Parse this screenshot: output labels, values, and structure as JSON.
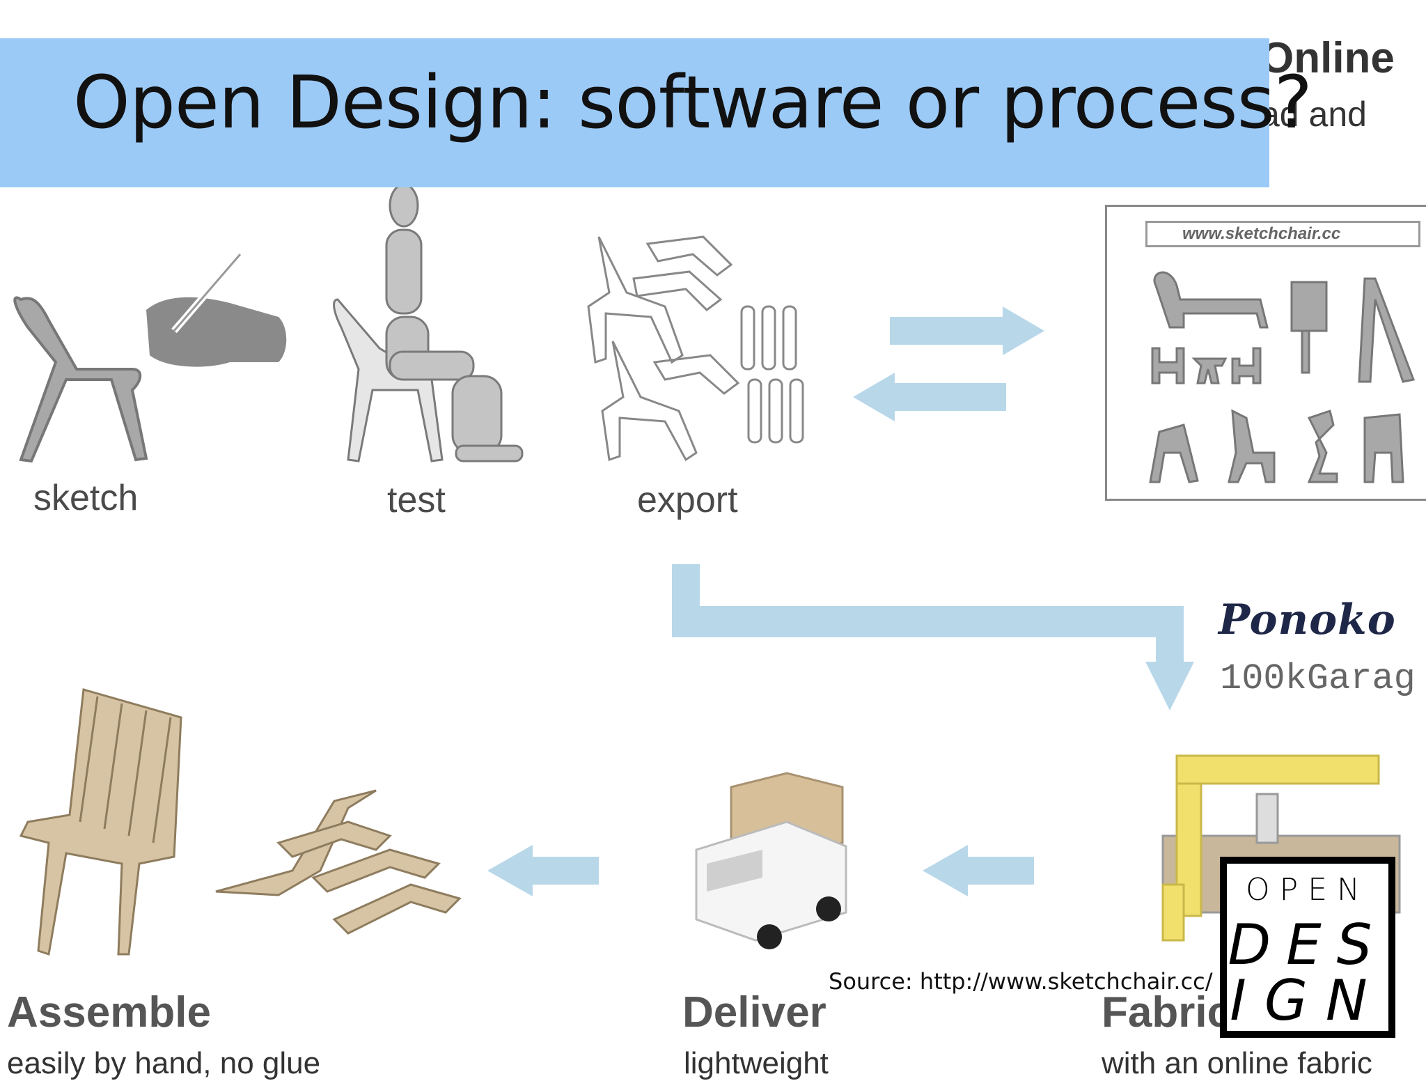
{
  "slide": {
    "title": "Open Design: software or process?",
    "hidden_heading": "Online",
    "hidden_subheading": "ad and",
    "source": "Source: http://www.sketchchair.cc/"
  },
  "steps": {
    "sketch": "sketch",
    "test": "test",
    "export": "export"
  },
  "website": {
    "url": "www.sketchchair.cc"
  },
  "fabrication": {
    "ponoko": "Ponoko",
    "garage": "100kGarag"
  },
  "bottom": {
    "assemble_title": "Assemble",
    "assemble_sub": "easily by hand, no glue",
    "deliver_title": "Deliver",
    "deliver_sub": "lightweight",
    "fabricate_title": "Fabric",
    "fabricate_sub": "with an online fabric"
  },
  "logo": {
    "line1": "OPEN",
    "line2": "DES",
    "line3": "IGN"
  },
  "colors": {
    "banner": "#9ccaf7",
    "arrow": "#b8d8ea",
    "chair_gray": "#a0a0a0",
    "wood": "#d6c4a4"
  }
}
